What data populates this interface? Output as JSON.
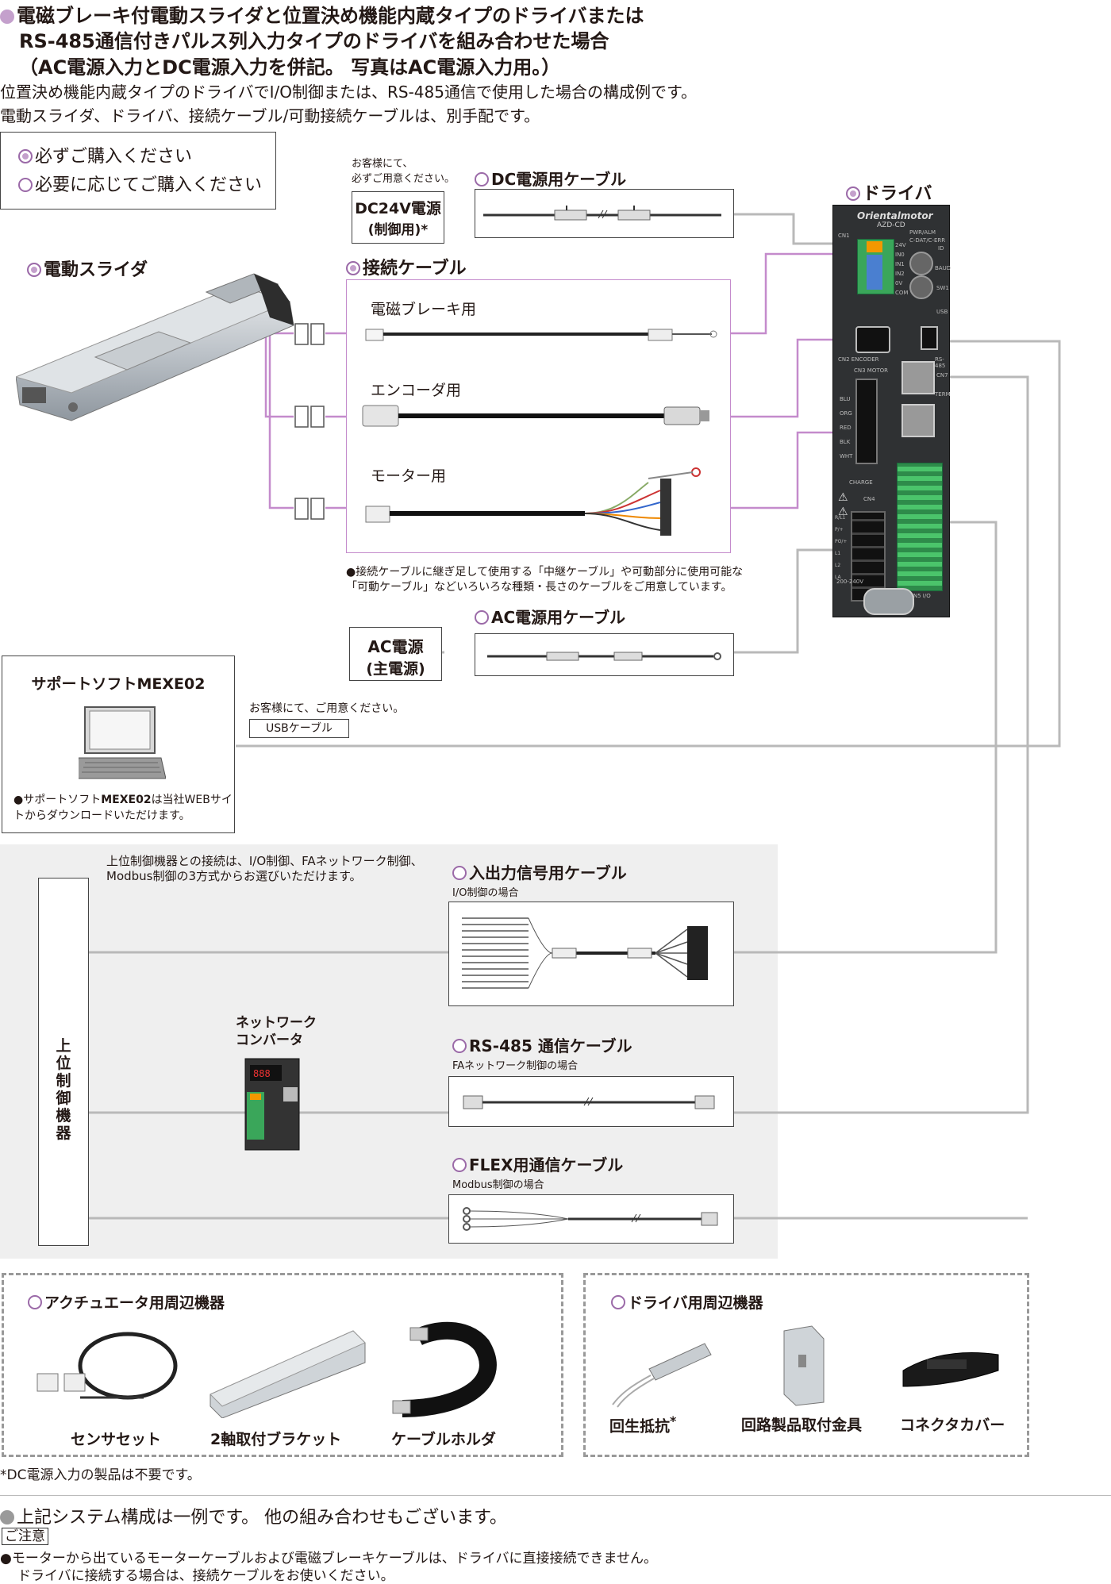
{
  "header": {
    "line1": "電磁ブレーキ付電動スライダと位置決め機能内蔵タイプのドライバまたは",
    "line2": "RS-485通信付きパルス列入力タイプのドライバを組み合わせた場合",
    "line3": "（AC電源入力とDC電源入力を併記。 写真はAC電源入力用。）",
    "desc1": "位置決め機能内蔵タイプのドライバでI/O制御または、RS-485通信で使用した場合の構成例です。",
    "desc2": "電動スライダ、ドライバ、接続ケーブル/可動接続ケーブルは、別手配です。"
  },
  "legend": {
    "required": "必ずご購入ください",
    "optional": "必要に応じてご購入ください"
  },
  "slider": {
    "label": "電動スライダ"
  },
  "dc_power": {
    "note1": "お客様にて、",
    "note2": "必ずご用意ください。",
    "box_line1": "DC24V電源",
    "box_line2": "(制御用)*",
    "cable_label": "DC電源用ケーブル"
  },
  "driver": {
    "label": "ドライバ",
    "brand": "Orientalmotor",
    "model": "AZD-CD",
    "pwr_alm": "PWR/ALM",
    "c_dat": "C-DAT/C-ERR",
    "cn1": "CN1",
    "cn2": "CN2 ENCODER",
    "cn3": "CN3 MOTOR",
    "cn5": "CN5 I/O",
    "charge": "CHARGE",
    "cn4": "CN4",
    "ac_rating": "200-240V",
    "id": "ID",
    "baud": "BAUD",
    "sw1": "SW1",
    "usb": "USB",
    "rs485": "RS-485",
    "cn7": "CN7",
    "term": "TERM",
    "phases": [
      "BLU",
      "ORG",
      "RED",
      "BLK",
      "WHT"
    ],
    "power_terms": [
      "R/L1",
      "P/+",
      "PO/+",
      "L1",
      "L2",
      "LA"
    ],
    "io_terms": [
      "24V",
      "IN0",
      "IN1",
      "IN2",
      "0V",
      "COM"
    ]
  },
  "connection": {
    "label": "接続ケーブル",
    "brake": "電磁ブレーキ用",
    "encoder": "エンコーダ用",
    "motor": "モーター用",
    "note1": "●接続ケーブルに継ぎ足して使用する「中継ケーブル」や可動部分に使用可能な",
    "note2": "「可動ケーブル」などいろいろな種類・長さのケーブルをご用意しています。"
  },
  "ac_power": {
    "cable_label": "AC電源用ケーブル",
    "box_line1": "AC電源",
    "box_line2": "(主電源)"
  },
  "support": {
    "title": "サポートソフトMEXE02",
    "usb_note": "お客様にて、ご用意ください。",
    "usb_cable": "USBケーブル",
    "note1a": "●サポートソフト",
    "note1b": "MEXE02",
    "note1c": "は当社WEBサイト",
    "note2": "からダウンロードいただけます。"
  },
  "host": {
    "intro1": "上位制御機器との接続は、I/O制御、FAネットワーク制御、",
    "intro2": "Modbus制御の3方式からお選びいただけます。",
    "label": [
      "上",
      "位",
      "制",
      "御",
      "機",
      "器"
    ],
    "converter1": "ネットワーク",
    "converter2": "コンバータ",
    "io_cable": "入出力信号用ケーブル",
    "io_case": "I/O制御の場合",
    "rs485_cable": "RS-485 通信ケーブル",
    "rs485_case": "FAネットワーク制御の場合",
    "flex_cable": "FLEX用通信ケーブル",
    "flex_case": "Modbus制御の場合"
  },
  "peripherals": {
    "actuator_title": "アクチュエータ用周辺機器",
    "sensor": "センサセット",
    "bracket": "2軸取付ブラケット",
    "holder": "ケーブルホルダ",
    "driver_title": "ドライバ用周辺機器",
    "resistor": "回生抵抗",
    "resistor_mark": "*",
    "mount": "回路製品取付金具",
    "cover": "コネクタカバー"
  },
  "footnote": "*DC電源入力の製品は不要です。",
  "notes": {
    "system": "上記システム構成は一例です。 他の組み合わせもございます。",
    "caution_title": "ご注意",
    "caution1": "●モーターから出ているモーターケーブルおよび電磁ブレーキケーブルは、ドライバに直接接続できません。",
    "caution2": "ドライバに接続する場合は、接続ケーブルをお使いください。"
  }
}
